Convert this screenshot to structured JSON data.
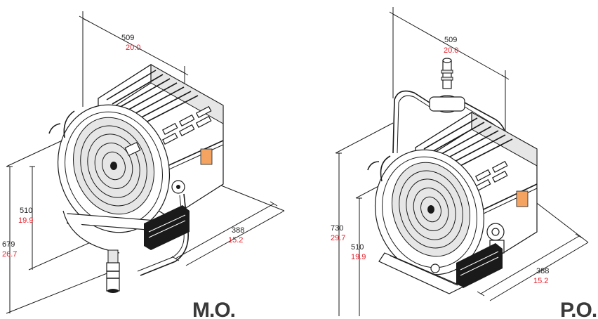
{
  "colors": {
    "metric": "#1a1a1a",
    "imperial": "#e8202a",
    "label": "#3a3a3a"
  },
  "left": {
    "label": "M.O.",
    "width_mm": "509",
    "width_in": "20.0",
    "depth_mm": "388",
    "depth_in": "15.2",
    "lens_h_mm": "510",
    "lens_h_in": "19.9",
    "total_h_mm": "679",
    "total_h_in": "26.7"
  },
  "right": {
    "label": "P.O.",
    "width_mm": "509",
    "width_in": "20.0",
    "depth_mm": "388",
    "depth_in": "15.2",
    "lens_h_mm": "510",
    "lens_h_in": "19.9",
    "total_h_mm": "730",
    "total_h_in": "29.7"
  }
}
